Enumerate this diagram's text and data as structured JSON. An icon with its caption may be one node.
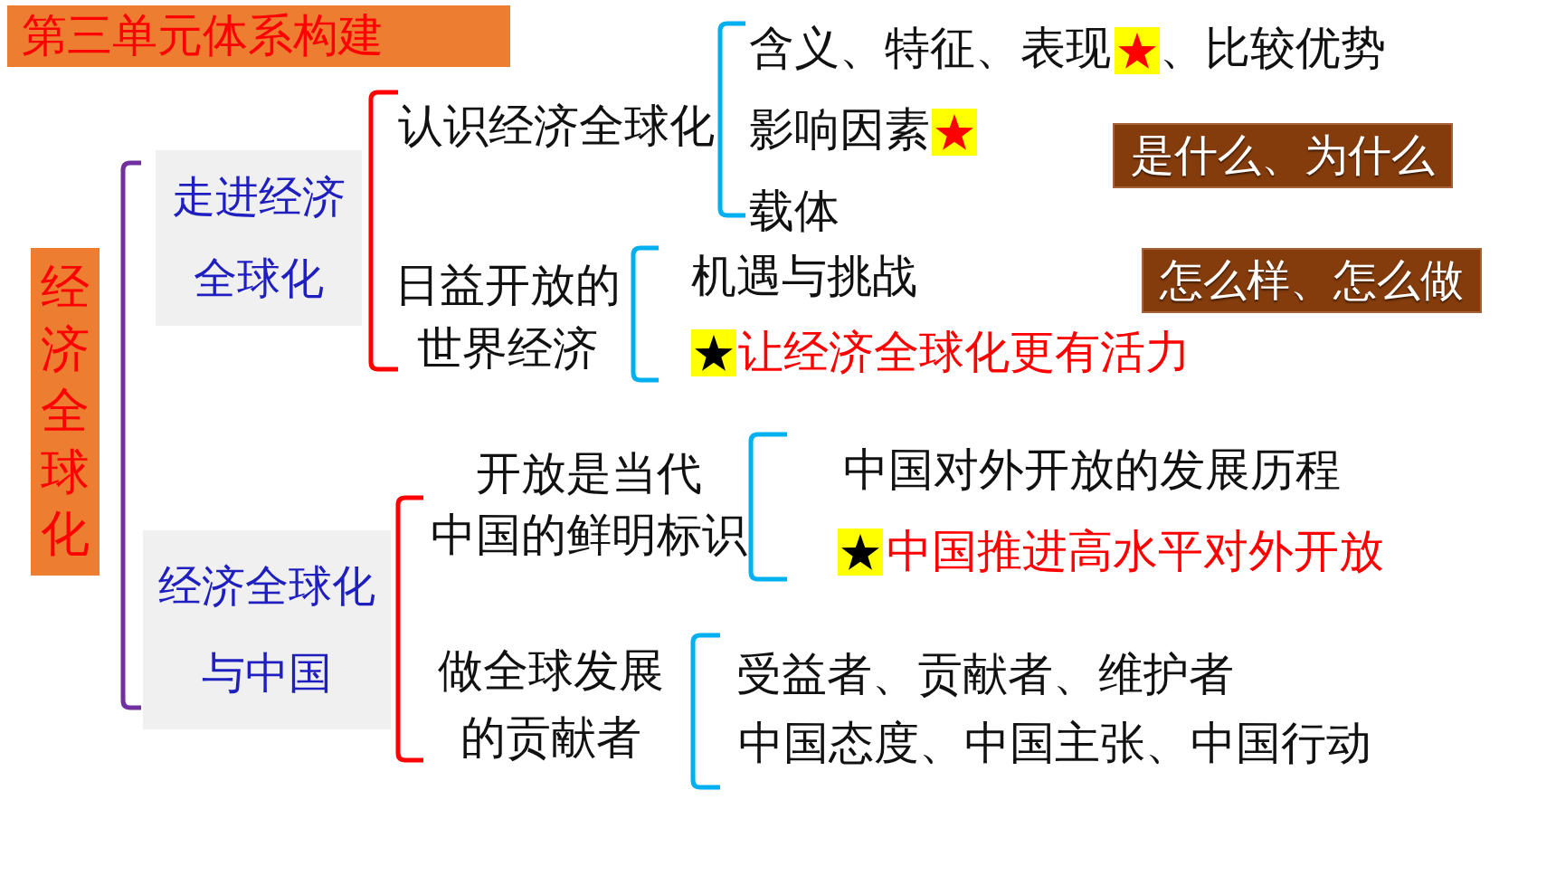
{
  "diagram": {
    "title": "第三单元体系构建",
    "nodes": [
      {
        "text": [
          "经济全球化"
        ]
      },
      {
        "text": [
          "走进经济全球化"
        ]
      },
      {
        "text": [
          "经济全球化与中国"
        ]
      },
      {
        "text": [
          "是什么、为什么"
        ]
      },
      {
        "text": [
          "怎么样、怎么做"
        ]
      }
    ],
    "labels": [
      "认识经济全球化",
      "含义、特征、表现",
      "、比较优势",
      "影响因素",
      "载体",
      "日益开放的世界经济",
      "机遇与挑战",
      "让经济全球化更有活力",
      "开放是当代中国的鲜明标识",
      "中国对外开放的发展历程",
      "中国推进高水平对外开放",
      "做全球发展的贡献者",
      "受益者、贡献者、维护者",
      "中国态度、中国主张、中国行动"
    ]
  }
}
